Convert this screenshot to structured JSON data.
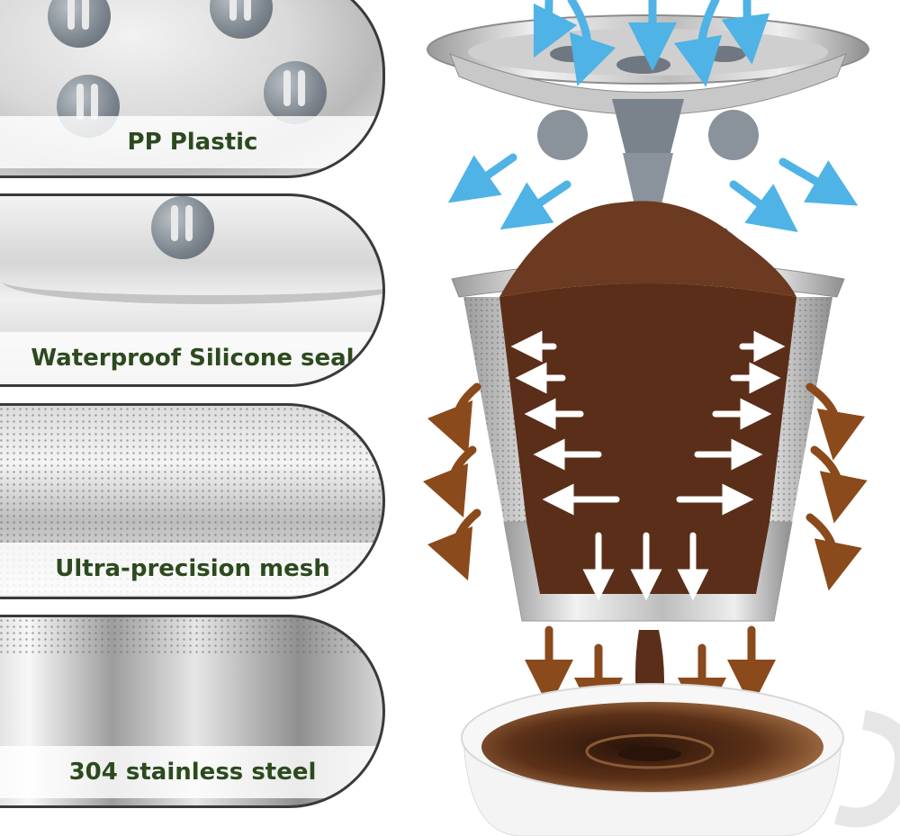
{
  "features": [
    {
      "label": "PP Plastic"
    },
    {
      "label": "Waterproof Silicone seal"
    },
    {
      "label": "Ultra-precision mesh"
    },
    {
      "label": "304 stainless steel"
    }
  ],
  "colors": {
    "label_text": "#2c4a1e",
    "water_arrow": "#4fb3e6",
    "coffee_arrow": "#8a4a1c",
    "grounds": "#5a2e18",
    "filter_arrow": "#ffffff",
    "panel_border": "#3a3a3a"
  }
}
